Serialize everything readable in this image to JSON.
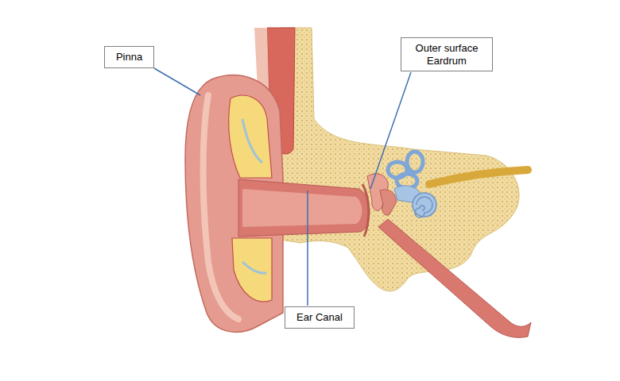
{
  "diagram": {
    "nodes": [
      {
        "text": [
          "Pinna"
        ]
      },
      {
        "text": [
          "Outer surface Eardrum"
        ]
      },
      {
        "text": [
          "Ear Canal"
        ]
      }
    ]
  }
}
